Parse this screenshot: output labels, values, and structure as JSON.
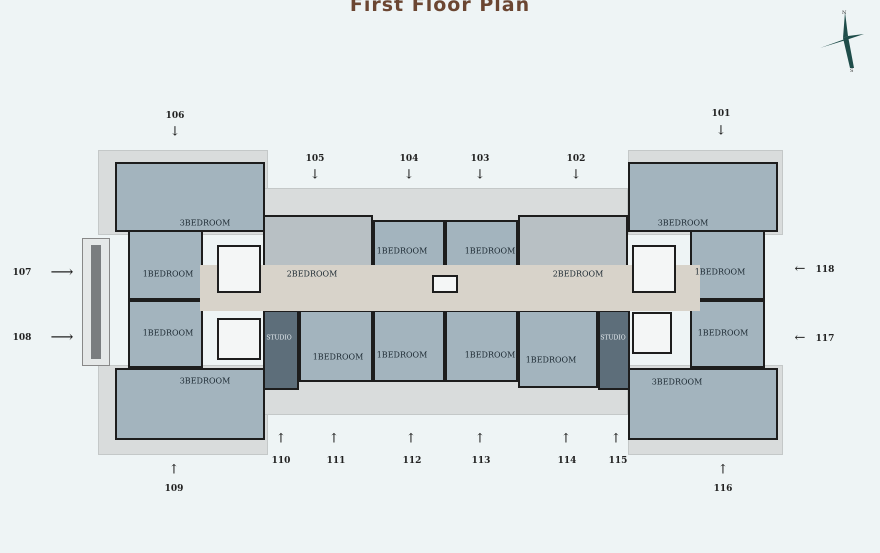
{
  "title": "First Floor Plan",
  "compass": {
    "north": "N",
    "south": "S",
    "color": "#1f4d4a"
  },
  "colors": {
    "title": "#6b4632",
    "unit": "#a3b4be",
    "studio": "#5d6e7a",
    "corridor": "#d8d3ca",
    "terrace": "#d9dcdc"
  },
  "room_labels": {
    "r3_tl": "3BEDROOM",
    "r1_l1": "1BEDROOM",
    "r1_l2": "1BEDROOM",
    "r3_bl": "3BEDROOM",
    "r2_tl": "2BEDROOM",
    "r1_t1": "1BEDROOM",
    "r1_t2": "1BEDROOM",
    "r2_tr": "2BEDROOM",
    "r3_tr": "3BEDROOM",
    "r1_r1": "1BEDROOM",
    "r1_r2": "1BEDROOM",
    "r3_br": "3BEDROOM",
    "st_l": "STUDIO",
    "r1_b1": "1BEDROOM",
    "r1_b2": "1BEDROOM",
    "r1_b3": "1BEDROOM",
    "r1_b4": "1BEDROOM",
    "st_r": "STUDIO"
  },
  "unit_numbers": {
    "u101": "101",
    "u102": "102",
    "u103": "103",
    "u104": "104",
    "u105": "105",
    "u106": "106",
    "u107": "107",
    "u108": "108",
    "u109": "109",
    "u110": "110",
    "u111": "111",
    "u112": "112",
    "u113": "113",
    "u114": "114",
    "u115": "115",
    "u116": "116",
    "u117": "117",
    "u118": "118"
  }
}
